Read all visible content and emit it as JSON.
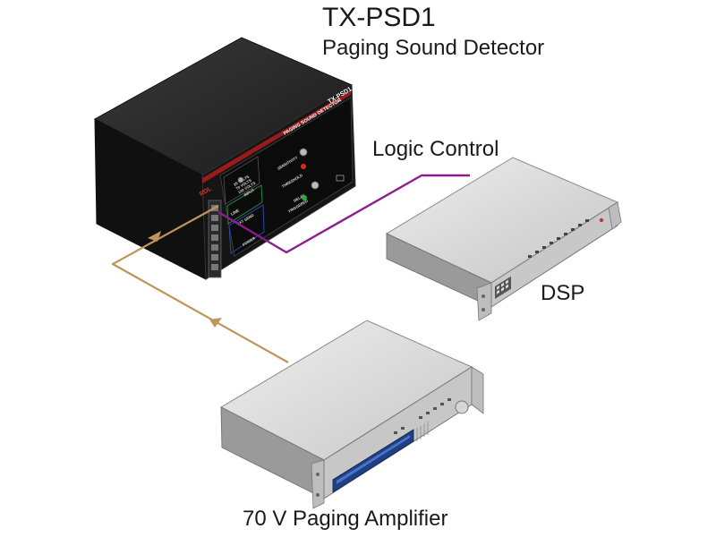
{
  "title": "TX-PSD1",
  "subtitle": "Paging Sound Detector",
  "connections": {
    "logic_control": "Logic Control"
  },
  "devices": {
    "dsp": "DSP",
    "amplifier": "70 V Paging Amplifier"
  },
  "front_panel": {
    "brand": "RDL",
    "model": "TX-PSD1",
    "name": "PAGING SOUND DETECTOR",
    "input_levels": [
      "25 VOLTS",
      "70 VOLTS",
      "100 VOLTS"
    ],
    "input_label": "INPUT",
    "sensitivity": "SENSITIVITY",
    "threshold": "THRESHOLD",
    "delay": "DELAY",
    "triggered": "TRIGGERED",
    "line": "LINE",
    "ext": "EXT SEND",
    "power": "POWER"
  },
  "colors": {
    "audio_wire": "#c0955a",
    "logic_wire": "#8b1e8f",
    "threshold_led": "#e0261b",
    "triggered_led": "#2fa83a",
    "chassis_dark": "#1c1c1c"
  }
}
